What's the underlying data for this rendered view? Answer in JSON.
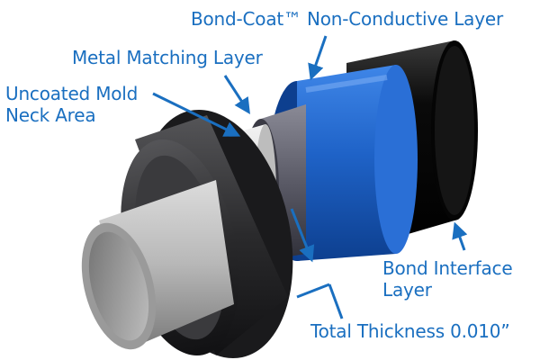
{
  "labels": {
    "bond_coat": "Bond-Coat™ Non-Conductive Layer",
    "metal_matching": "Metal Matching Layer",
    "uncoated_line1": "Uncoated Mold",
    "uncoated_line2": "Neck Area",
    "bond_interface_line1": "Bond Interface",
    "bond_interface_line2": "Layer",
    "total_thickness": "Total Thickness 0.010”"
  },
  "colors": {
    "label_text": "#1a6fc0",
    "arrow": "#1a6fc0",
    "bond_coat_layer": "#1f63c8",
    "bond_interface_layer": "#0b0b0b",
    "metal_matching_layer": "#5a5a66",
    "collar": "#2a2a2c",
    "mold_pipe": "#b8b8b8"
  }
}
